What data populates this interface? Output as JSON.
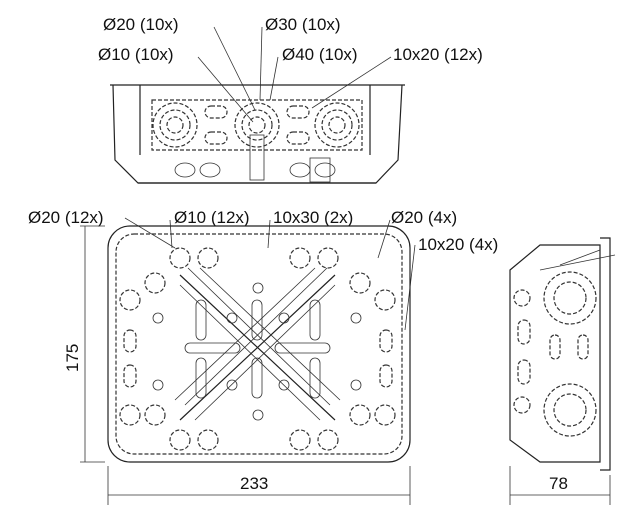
{
  "top_view_labels": [
    "Ø20 (10x)",
    "Ø30 (10x)",
    "Ø10 (10x)",
    "Ø40 (10x)",
    "10x20 (12x)"
  ],
  "front_view_labels": [
    "Ø20 (12x)",
    "Ø10 (12x)",
    "10x30 (2x)",
    "Ø20 (4x)",
    "10x20 (4x)"
  ],
  "dimensions": {
    "height": "175",
    "width": "233",
    "depth": "78"
  }
}
